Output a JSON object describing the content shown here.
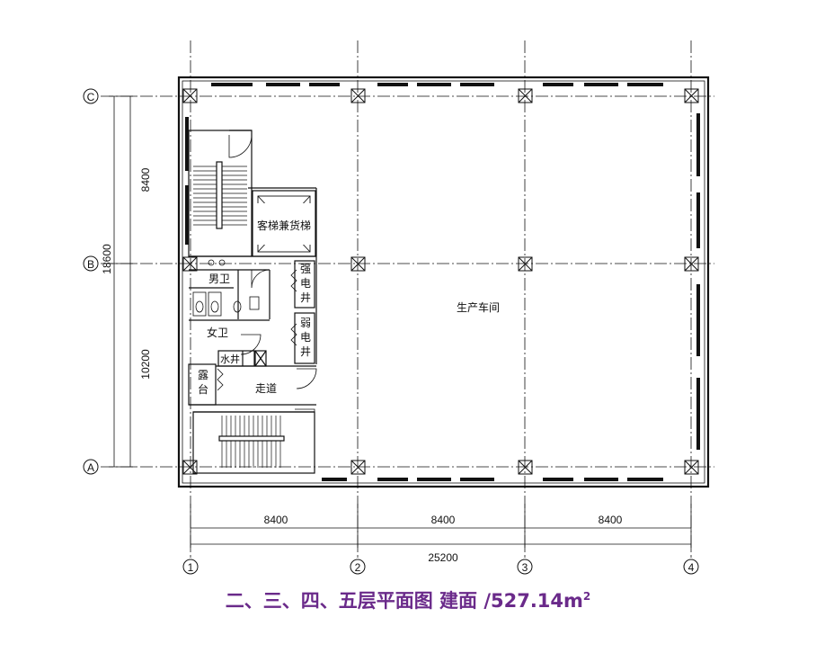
{
  "colors": {
    "lines": "#111111",
    "caption": "#6a2a8a"
  },
  "grid": {
    "columns": [
      "1",
      "2",
      "3",
      "4"
    ],
    "rows": [
      "A",
      "B",
      "C"
    ]
  },
  "dimensions": {
    "bays_x": [
      "8400",
      "8400",
      "8400"
    ],
    "total_x": "25200",
    "bays_y": [
      "8400",
      "10200"
    ],
    "total_y": "18600"
  },
  "rooms": {
    "elevator": "客梯兼货梯",
    "mens_wc": "男卫",
    "womens_wc": "女卫",
    "strong_shaft": [
      "强",
      "电",
      "井"
    ],
    "weak_shaft": [
      "弱",
      "电",
      "井"
    ],
    "water_shaft": "水井",
    "terrace": [
      "露",
      "台"
    ],
    "corridor": "走道",
    "workshop": "生产车间"
  },
  "caption": {
    "text": "二、三、四、五层平面图 建面 /527.14m",
    "sup": "2"
  }
}
